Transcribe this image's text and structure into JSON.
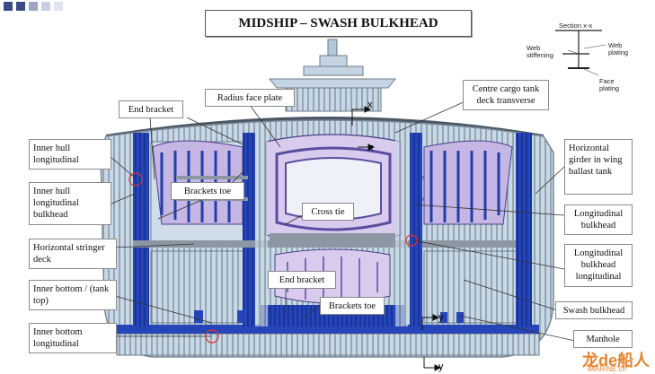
{
  "title": "MIDSHIP – SWASH BULKHEAD",
  "section_inset": {
    "title": "Section x-x",
    "web_stiffening": "Web\nstiffening",
    "web_plating": "Web\nplating",
    "face_plating": "Face\nplating"
  },
  "labels": {
    "end_bracket_top": "End bracket",
    "radius_face_plate": "Radius face plate",
    "centre_cargo_tank": "Centre cargo tank deck transverse",
    "inner_hull_longitudinal": "Inner hull longitudinal",
    "inner_hull_long_bulkhead": "Inner hull longitudinal bulkhead",
    "brackets_toe_top": "Brackets toe",
    "cross_tie": "Cross tie",
    "horizontal_stringer_deck": "Horizontal stringer deck",
    "inner_bottom_tank_top": "Inner bottom / (tank top)",
    "inner_bottom_longitudinal": "Inner bottom longitudinal",
    "end_bracket_bottom": "End bracket",
    "brackets_toe_bottom": "Brackets toe",
    "horizontal_girder": "Horizontal girder in wing ballast tank",
    "longitudinal_bulkhead": "Longitudinal bulkhead",
    "longitudinal_bulkhead_longitudinal": "Longitudinal bulkhead longitudinal",
    "swash_bulkhead": "Swash bulkhead",
    "manhole": "Manhole"
  },
  "axes": {
    "x_top": "x",
    "x_mid": "x",
    "y_mid": "y",
    "y_bottom": "y"
  },
  "watermark": {
    "brand": "龙de船人",
    "url": "iMARINE.cn"
  },
  "colors": {
    "hull_fill": "#c9dbe8",
    "bulkhead_blue": "#1f3fae",
    "swash_purple": "#c9b4e6",
    "stiffener": "#8d959e"
  }
}
